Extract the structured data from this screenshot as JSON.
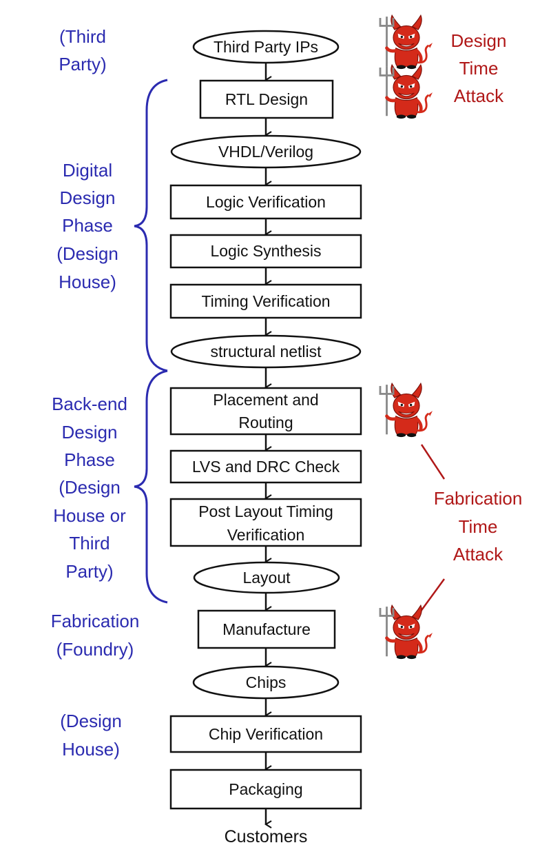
{
  "colors": {
    "phase": "#2b2bb0",
    "attack": "#b01818",
    "line": "#111111",
    "devil": "#d42a1a",
    "devil_dark": "#7a0e08"
  },
  "flow": {
    "third_party_ips": "Third Party IPs",
    "rtl_design": "RTL Design",
    "vhdl_verilog": "VHDL/Verilog",
    "logic_verification": "Logic Verification",
    "logic_synthesis": "Logic Synthesis",
    "timing_verification": "Timing Verification",
    "structural_netlist": "structural netlist",
    "placement_routing": [
      "Placement and",
      "Routing"
    ],
    "lvs_drc": "LVS and DRC Check",
    "post_layout_timing": [
      "Post Layout Timing",
      "Verification"
    ],
    "layout": "Layout",
    "manufacture": "Manufacture",
    "chips": "Chips",
    "chip_verification": "Chip Verification",
    "packaging": "Packaging",
    "customers": "Customers"
  },
  "phases": {
    "third_party": [
      "(Third",
      "Party)"
    ],
    "digital_design": [
      "Digital",
      "Design",
      "Phase",
      "(Design",
      "House)"
    ],
    "back_end": [
      "Back-end",
      "Design",
      "Phase",
      "(Design",
      "House or",
      "Third",
      "Party)"
    ],
    "fabrication": [
      "Fabrication",
      "(Foundry)"
    ],
    "design_house": [
      "(Design",
      "House)"
    ]
  },
  "attacks": {
    "design_time": [
      "Design",
      "Time",
      "Attack"
    ],
    "fabrication_time": [
      "Fabrication",
      "Time",
      "Attack"
    ]
  },
  "icons": {
    "devil": "devil-icon"
  }
}
